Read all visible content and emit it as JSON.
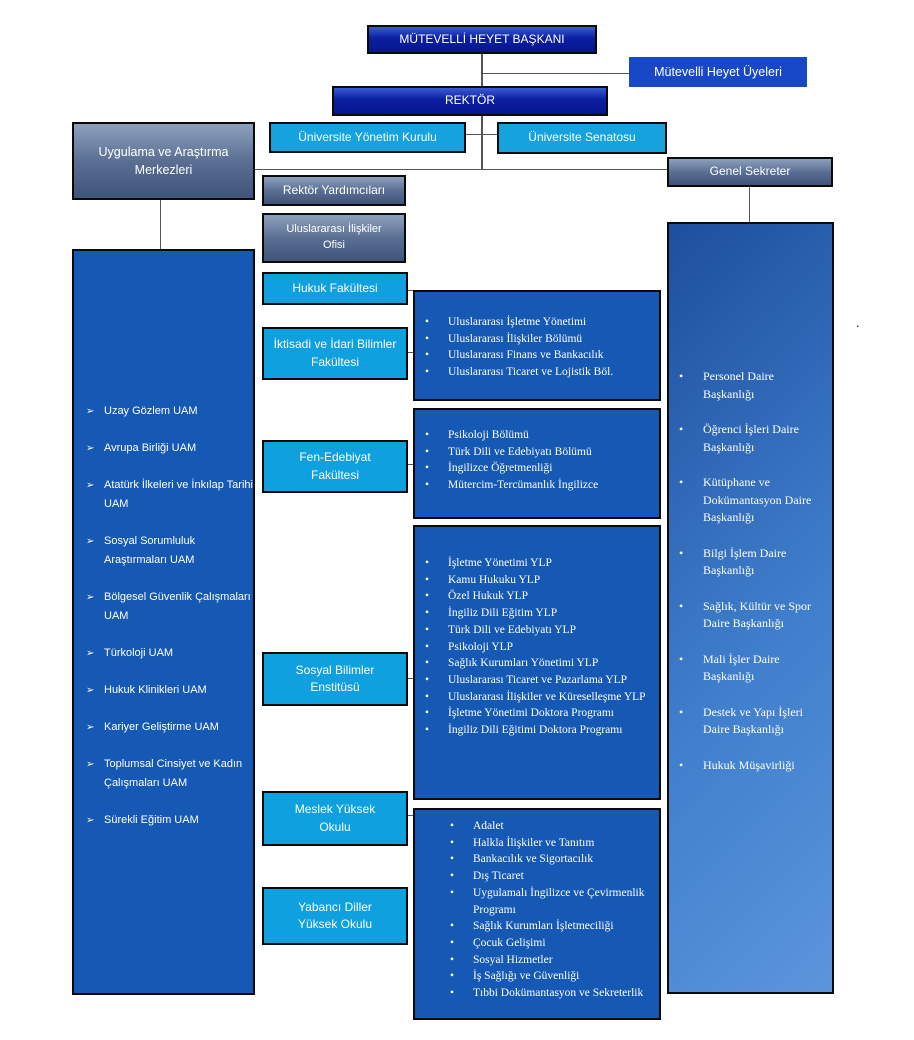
{
  "top": {
    "chairman": "MÜTEVELLİ HEYET BAŞKANI",
    "members": "Mütevelli Heyet Üyeleri",
    "rector": "REKTÖR",
    "board": "Üniversite Yönetim Kurulu",
    "senate": "Üniversite Senatosu",
    "centers_header": "Uygulama ve Araştırma Merkezleri",
    "vice_rectors": "Rektör Yardımcıları",
    "intl_office": "Uluslararası İlişkiler Ofisi",
    "secretary": "Genel Sekreter"
  },
  "centers": [
    "Uzay Gözlem UAM",
    "Avrupa Birliği UAM",
    "Atatürk İlkeleri ve İnkılap Tarihi UAM",
    "Sosyal Sorumluluk Araştırmaları UAM",
    "Bölgesel Güvenlik Çalışmaları UAM",
    "Türkoloji UAM",
    "Hukuk Klinikleri UAM",
    "Kariyer Geliştirme UAM",
    "Toplumsal Cinsiyet ve Kadın Çalışmaları UAM",
    "Sürekli Eğitim UAM"
  ],
  "units": {
    "law": "Hukuk Fakültesi",
    "econ": "İktisadi ve İdari Bilimler Fakültesi",
    "arts": "Fen-Edebiyat Fakültesi",
    "social": "Sosyal Bilimler Enstitüsü",
    "vocational": "Meslek Yüksek Okulu",
    "languages": "Yabancı Diller Yüksek Okulu"
  },
  "econ_departments": [
    "Uluslararası İşletme Yönetimi",
    "Uluslararası İlişkiler Bölümü",
    "Uluslararası Finans ve Bankacılık",
    "Uluslararası Ticaret ve Lojistik Böl."
  ],
  "arts_departments": [
    "Psikoloji Bölümü",
    "Türk Dili ve Edebiyatı Bölümü",
    "İngilizce Öğretmenliği",
    "Mütercim-Tercümanlık İngilizce"
  ],
  "social_programs": [
    "İşletme Yönetimi YLP",
    "Kamu Hukuku YLP",
    "Özel Hukuk YLP",
    "İngiliz Dili Eğitim YLP",
    "Türk Dili ve Edebiyatı YLP",
    "Psikoloji YLP",
    "Sağlık Kurumları Yönetimi YLP",
    "Uluslararası Ticaret ve Pazarlama YLP",
    "Uluslararası İlişkiler ve Küreselleşme YLP",
    "İşletme Yönetimi Doktora Programı",
    "İngiliz Dili Eğitimi Doktora Programı"
  ],
  "vocational_programs": [
    "Adalet",
    "Halkla İlişkiler ve Tanıtım",
    "Bankacılık ve Sigortacılık",
    "Dış Ticaret",
    "Uygulamalı İngilizce ve Çevirmenlik Programı",
    "Sağlık Kurumları İşletmeciliği",
    "Çocuk Gelişimi",
    "Sosyal Hizmetler",
    "İş Sağlığı ve Güvenliği",
    "Tıbbi Dokümantasyon ve Sekreterlik"
  ],
  "secretary_units": [
    "Personel Daire Başkanlığı",
    "Öğrenci İşleri Daire Başkanlığı",
    "Kütüphane ve Dokümantasyon Daire Başkanlığı",
    "Bilgi İşlem Daire Başkanlığı",
    "Sağlık, Kültür ve Spor Daire Başkanlığı",
    "Mali İşler Daire Başkanlığı",
    "Destek ve Yapı İşleri Daire Başkanlığı",
    "Hukuk Müşavirliği"
  ],
  "misc": {
    "dot": "."
  },
  "colors": {
    "navy": "#0a1fa0",
    "steel": "#5a6f93",
    "cyan": "#0fa0df",
    "royal": "#1749a6",
    "list_blue": "#1559b4"
  }
}
